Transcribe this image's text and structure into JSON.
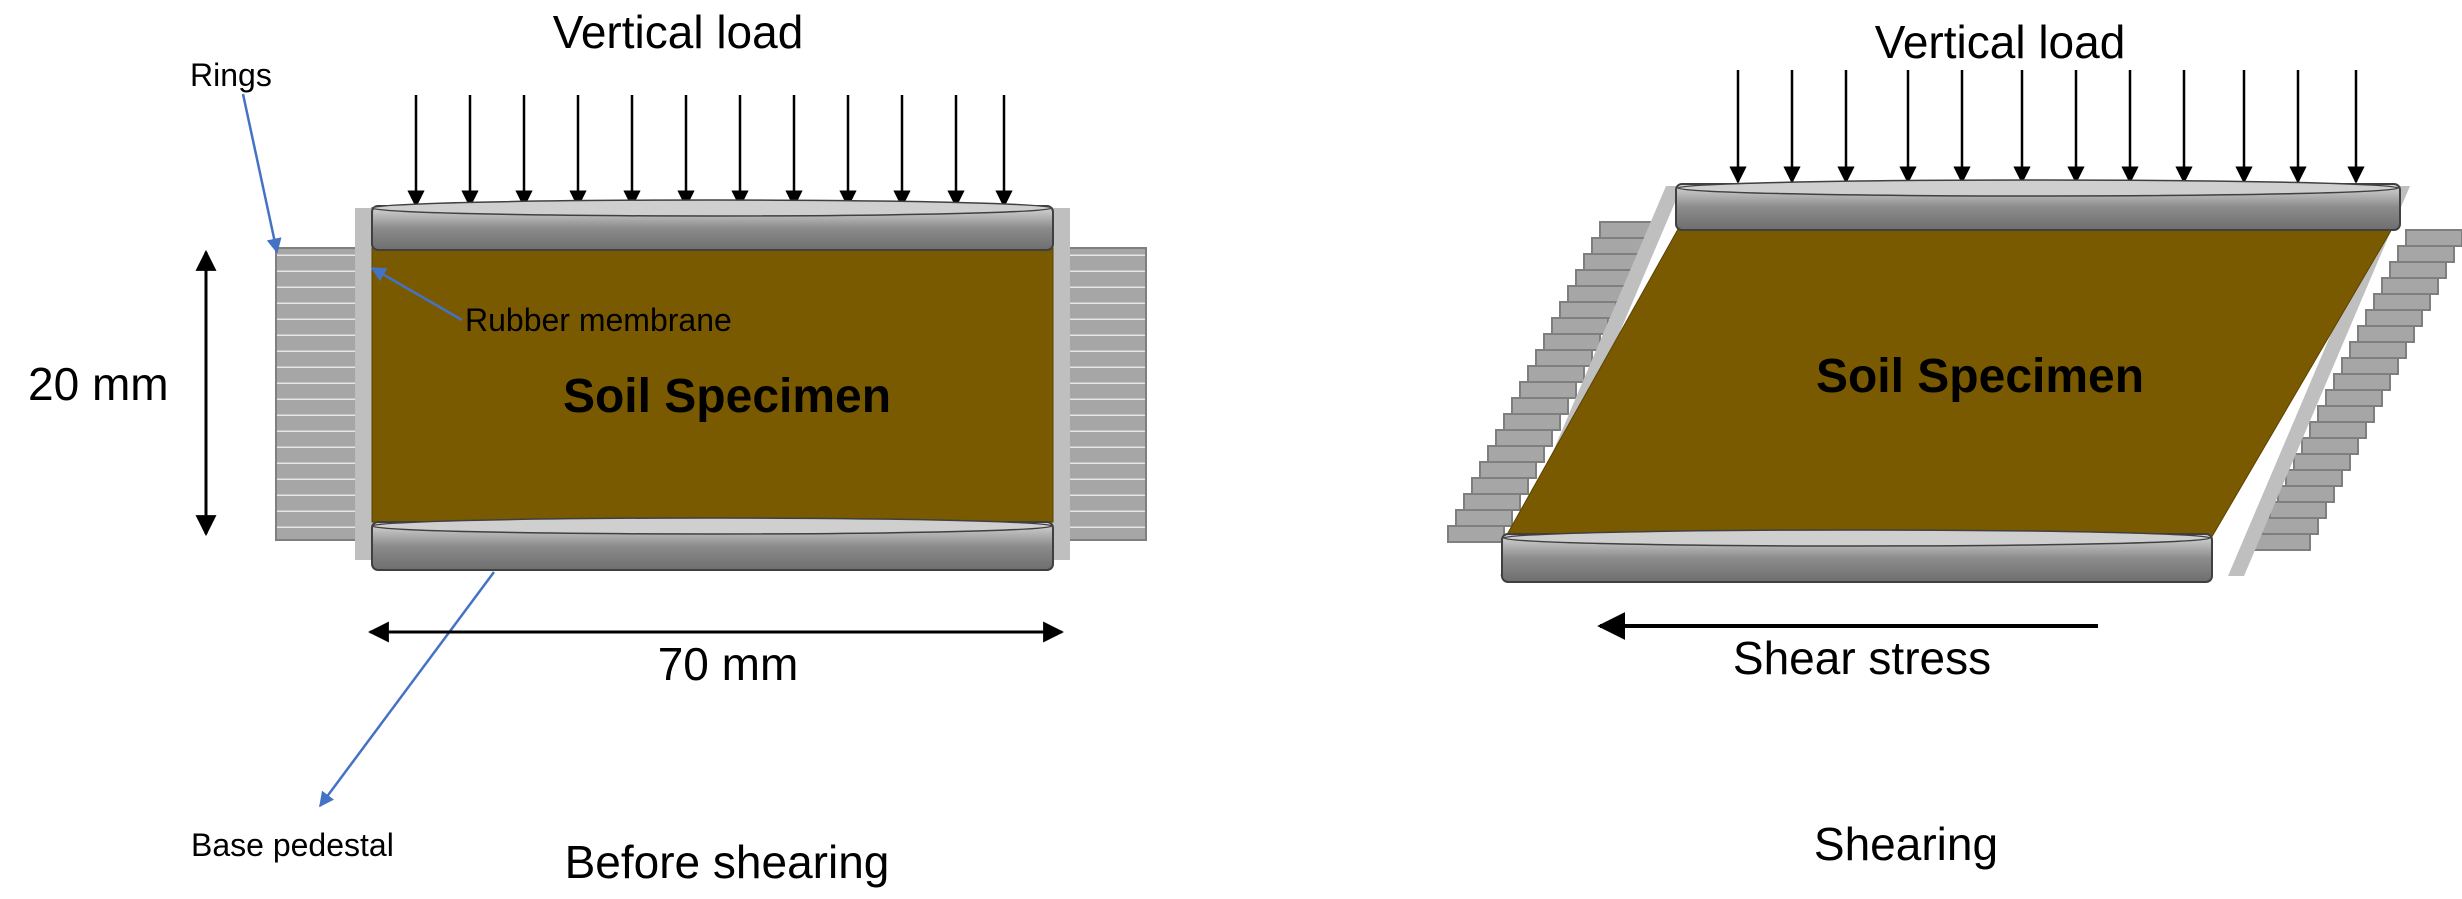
{
  "before": {
    "vertical_load_label": "Vertical load",
    "rings_label": "Rings",
    "membrane_label": "Rubber membrane",
    "specimen_label": "Soil Specimen",
    "height_label": "20 mm",
    "width_label": "70 mm",
    "pedestal_label": "Base pedestal",
    "caption": "Before shearing"
  },
  "shearing": {
    "vertical_load_label": "Vertical load",
    "specimen_label": "Soil Specimen",
    "shear_label": "Shear stress",
    "caption": "Shearing"
  },
  "colors": {
    "soil": "#7A5A00",
    "ring": "#A6A6A6",
    "cap": "#8C8C8C",
    "arrow_blue": "#4472C4"
  }
}
